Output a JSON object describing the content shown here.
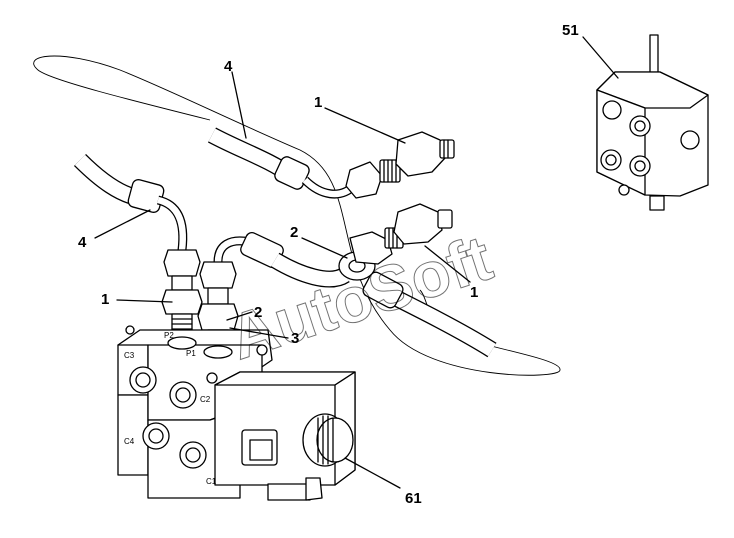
{
  "diagram": {
    "watermark": "AutoSoft",
    "callouts": [
      {
        "id": "c4a",
        "label": "4"
      },
      {
        "id": "c1a",
        "label": "1"
      },
      {
        "id": "c4b",
        "label": "4"
      },
      {
        "id": "c2a",
        "label": "2"
      },
      {
        "id": "c1b",
        "label": "1"
      },
      {
        "id": "c1c",
        "label": "1"
      },
      {
        "id": "c2b",
        "label": "2"
      },
      {
        "id": "c3",
        "label": "3"
      },
      {
        "id": "c61",
        "label": "61"
      },
      {
        "id": "c51",
        "label": "51"
      }
    ],
    "valve_port_marks": [
      "C3",
      "C2",
      "C4",
      "C1",
      "P2",
      "P1"
    ]
  }
}
